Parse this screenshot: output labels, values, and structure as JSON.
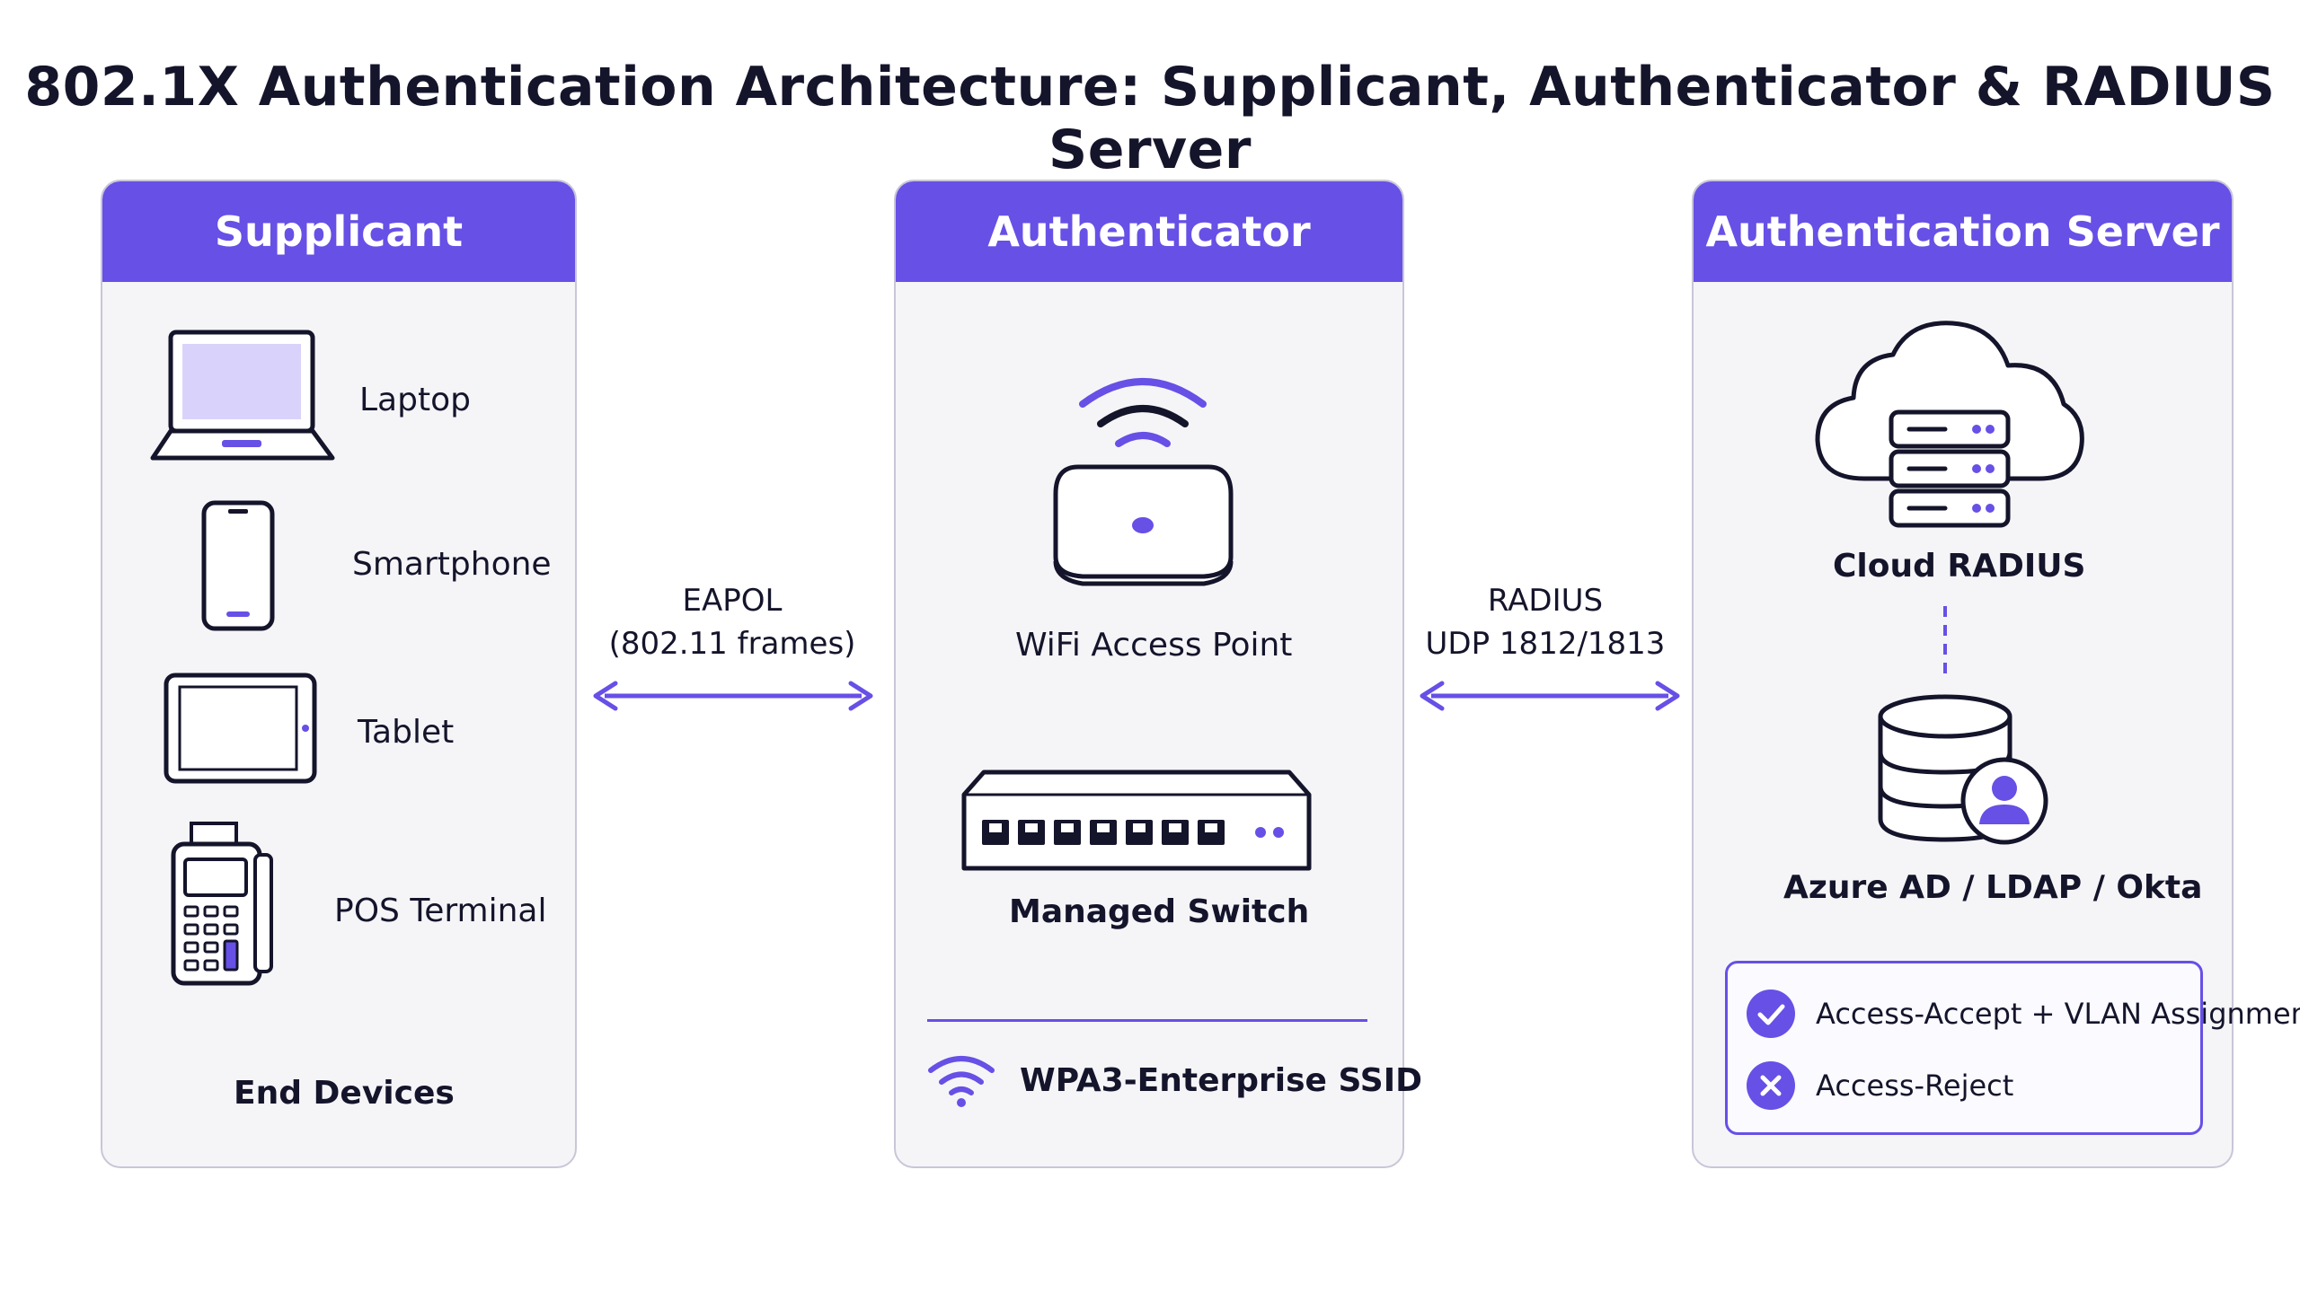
{
  "title": "802.1X Authentication Architecture: Supplicant, Authenticator & RADIUS Server",
  "colors": {
    "accent": "#6650e6",
    "panel_bg": "#f5f5f8",
    "text": "#14142b",
    "icon_fill": "#d9d3fb"
  },
  "supplicant": {
    "header": "Supplicant",
    "devices": [
      {
        "label": "Laptop",
        "icon": "laptop-icon"
      },
      {
        "label": "Smartphone",
        "icon": "smartphone-icon"
      },
      {
        "label": "Tablet",
        "icon": "tablet-icon"
      },
      {
        "label": "POS Terminal",
        "icon": "pos-terminal-icon"
      }
    ],
    "footer": "End Devices"
  },
  "link_left": {
    "line1": "EAPOL",
    "line2": "(802.11 frames)"
  },
  "authenticator": {
    "header": "Authenticator",
    "access_point": "WiFi Access Point",
    "switch": "Managed Switch",
    "ssid": "WPA3-Enterprise SSID"
  },
  "link_right": {
    "line1": "RADIUS",
    "line2": "UDP 1812/1813"
  },
  "server": {
    "header": "Authentication Server",
    "cloud": "Cloud RADIUS",
    "directory": "Azure AD / LDAP / Okta",
    "results": [
      {
        "label": "Access-Accept + VLAN Assignment",
        "icon": "check-circle-icon"
      },
      {
        "label": "Access-Reject",
        "icon": "x-circle-icon"
      }
    ]
  }
}
